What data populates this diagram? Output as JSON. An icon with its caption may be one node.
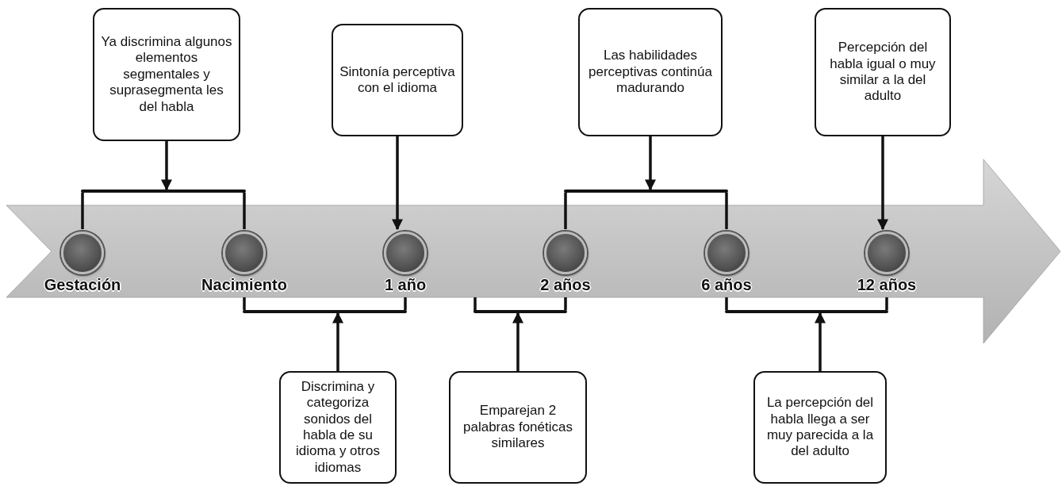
{
  "diagram": {
    "nodes": [
      {
        "text": [
          "Ya discrimina algunos elementos segmentales y suprasegmenta les del habla"
        ]
      },
      {
        "text": [],
        "shape": "bracket"
      },
      {
        "text": [
          "Sintonía perceptiva con el idioma"
        ]
      },
      {
        "text": [
          "Las habilidades perceptivas continúa madurando"
        ]
      },
      {
        "text": [],
        "shape": "bracket"
      },
      {
        "text": [
          "Percepción del habla igual o muy similar a la del adulto"
        ]
      },
      {
        "text": [
          "Gestación"
        ]
      },
      {
        "text": [
          "Nacimiento"
        ]
      },
      {
        "text": [
          "1 año"
        ]
      },
      {
        "text": [
          "2 años"
        ]
      },
      {
        "text": [
          "6 años"
        ]
      },
      {
        "text": [
          "12 años"
        ]
      },
      {
        "text": [],
        "shape": "bracket"
      },
      {
        "text": [
          "Discrimina y categoriza sonidos del habla de su idioma y otros idiomas"
        ]
      },
      {
        "text": [],
        "shape": "bracket"
      },
      {
        "text": [
          "Emparejan 2 palabras fonéticas similares"
        ]
      },
      {
        "text": [],
        "shape": "bracket"
      },
      {
        "text": [
          "La percepción del habla llega a ser muy parecida a la del adulto"
        ]
      }
    ],
    "edges": [
      {
        "from": 0,
        "to": 1,
        "arrow": "to"
      },
      {
        "from": 1,
        "to": 6,
        "arrow": "none"
      },
      {
        "from": 1,
        "to": 7,
        "arrow": "none"
      },
      {
        "from": 2,
        "to": 8,
        "arrow": "to"
      },
      {
        "from": 3,
        "to": 4,
        "arrow": "to"
      },
      {
        "from": 4,
        "to": 9,
        "arrow": "none"
      },
      {
        "from": 4,
        "to": 10,
        "arrow": "none"
      },
      {
        "from": 5,
        "to": 11,
        "arrow": "to"
      },
      {
        "from": 13,
        "to": 12,
        "arrow": "to"
      },
      {
        "from": 12,
        "to": 7,
        "arrow": "none"
      },
      {
        "from": 12,
        "to": 8,
        "arrow": "none"
      },
      {
        "from": 15,
        "to": 14,
        "arrow": "to"
      },
      {
        "from": 14,
        "to": 9,
        "arrow": "none"
      },
      {
        "from": 17,
        "to": 16,
        "arrow": "to"
      },
      {
        "from": 16,
        "to": 10,
        "arrow": "none"
      },
      {
        "from": 16,
        "to": 11,
        "arrow": "none"
      }
    ]
  }
}
